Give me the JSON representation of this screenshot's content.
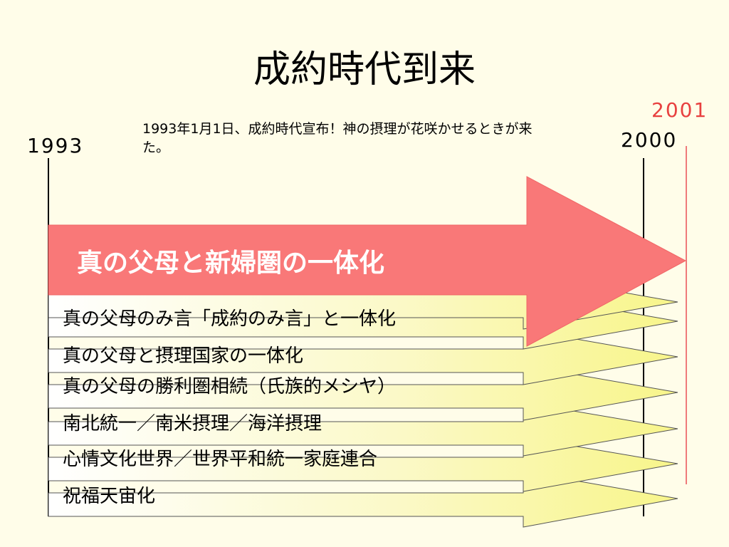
{
  "slide": {
    "title": "成約時代到来",
    "years": {
      "start": "1993",
      "end": "2000",
      "end_red": "2001"
    },
    "note": "1993年1月1日、成約時代宣布！神の摂理が花咲かせるときが来た。",
    "main_arrow_label": "真の父母と新婦圏の一体化",
    "rows": [
      "真の父母のみ言「成約のみ言」と一体化",
      "真の父母と摂理国家の一体化",
      "真の父母の勝利圏相続（氏族的メシヤ）",
      "南北統一／南米摂理／海洋摂理",
      "心情文化世界／世界平和統一家庭連合",
      "祝福天宙化"
    ],
    "colors": {
      "background": "#fffde9",
      "main_arrow": "#f97878",
      "row_gradient_start": "#ffffff",
      "row_gradient_end": "#f8f58a",
      "year_2001": "#e8403f"
    }
  }
}
